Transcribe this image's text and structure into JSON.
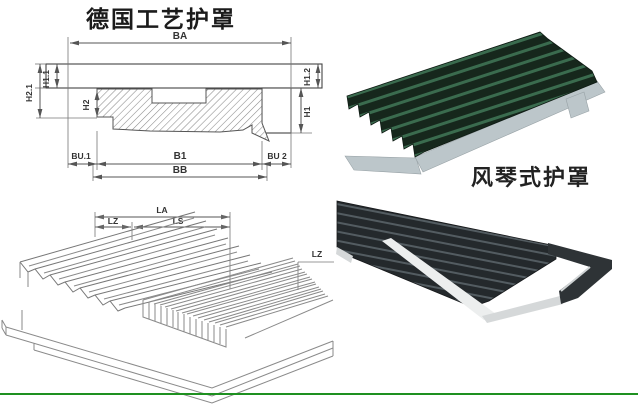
{
  "page": {
    "background": "#ffffff",
    "divider_color": "#1e9020"
  },
  "headings": {
    "main_title": "德国工艺护罩",
    "photo_caption": "风琴式护罩"
  },
  "cross_section": {
    "description": "bellows frame cross-section dimension drawing",
    "dims": {
      "ba": "BA",
      "h11": "H1.1",
      "h21": "H2.1",
      "h2": "H2",
      "h12": "H1.2",
      "h1": "H1",
      "bu1": "BU.1",
      "b1": "B1",
      "bu2": "BU 2",
      "bb": "BB"
    }
  },
  "isometric": {
    "description": "accordion bellows on machine way, isometric line drawing",
    "dims": {
      "la": "LA",
      "lz_left": "LZ",
      "ls": "LS",
      "lz_right": "LZ"
    }
  },
  "photos": {
    "green": {
      "alt": "green accordion bellows cover",
      "fabric": "#16271c",
      "ridge": "#3a6b4e",
      "frame": "#bcc6ca"
    },
    "black": {
      "alt": "black accordion bellows cover",
      "fabric": "#24292c",
      "ridge": "#535c61",
      "frame": "#d5d8d9",
      "divider": "#eceeee",
      "bracket": "#2e3336"
    }
  }
}
